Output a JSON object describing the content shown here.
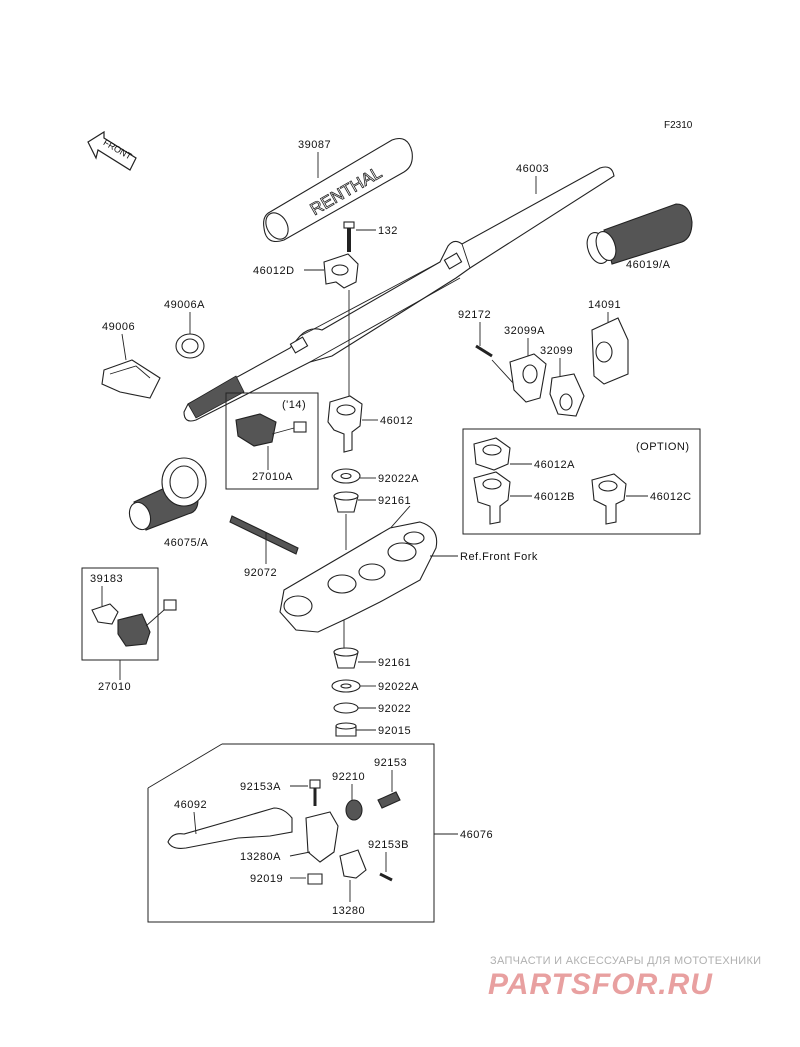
{
  "figure_code": "F2310",
  "front_arrow_text": "FRONT",
  "note_option": "(OPTION)",
  "note_year": "('14)",
  "ref_front_fork": "Ref.Front Fork",
  "pad_brand": "RENTHAL",
  "parts": {
    "p39087": "39087",
    "p46003": "46003",
    "p132": "132",
    "p46012D": "46012D",
    "p46019A": "46019/A",
    "p49006A": "49006A",
    "p49006": "49006",
    "p92172": "92172",
    "p32099A": "32099A",
    "p32099": "32099",
    "p14091": "14091",
    "p46012": "46012",
    "p27010A": "27010A",
    "p92022A_1": "92022A",
    "p92161_1": "92161",
    "p46075A": "46075/A",
    "p46012A": "46012A",
    "p46012B": "46012B",
    "p46012C": "46012C",
    "p92072": "92072",
    "p39183": "39183",
    "p27010": "27010",
    "p92161_2": "92161",
    "p92022A_2": "92022A",
    "p92022": "92022",
    "p92015": "92015",
    "p92153A": "92153A",
    "p92210": "92210",
    "p92153": "92153",
    "p46092": "46092",
    "p46076": "46076",
    "p13280A": "13280A",
    "p92153B": "92153B",
    "p92019": "92019",
    "p13280": "13280"
  },
  "watermark": {
    "caption": "ЗАПЧАСТИ И АКСЕССУАРЫ ДЛЯ МОТОТЕХНИКИ",
    "site": "PARTSFOR.RU"
  }
}
